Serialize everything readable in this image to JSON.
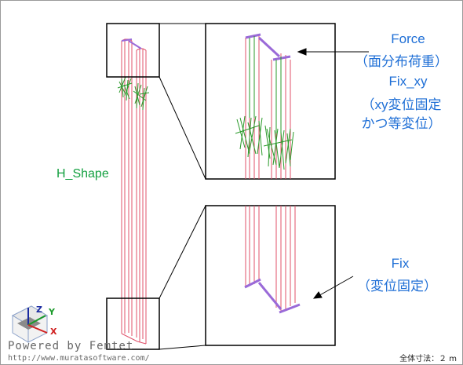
{
  "labels": {
    "force": "Force",
    "force_jp": "（面分布荷重）",
    "fix_xy": "Fix_xy",
    "fix_xy_jp_1": "（xy変位固定",
    "fix_xy_jp_2": "かつ等変位）",
    "h_shape": "H_Shape",
    "fix": "Fix",
    "fix_jp": "（変位固定）"
  },
  "credits": {
    "powered_by": "Powered by Femtet",
    "url": "http://www.muratasoftware.com/"
  },
  "scale_text": "全体寸法：２ m",
  "axes": {
    "z": "Z",
    "y": "Y",
    "x": "X"
  },
  "colors": {
    "beam_edge": "#e0506a",
    "load_arrows": "#2a9a2a",
    "fixed_face": "#9a6ad8",
    "label_blue": "#1f6fd6",
    "label_green": "#13a040"
  }
}
